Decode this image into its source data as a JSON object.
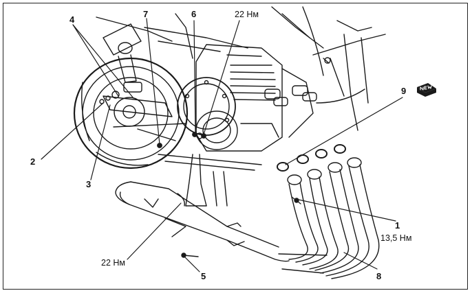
{
  "callouts": {
    "c1": "1",
    "c2": "2",
    "c3": "3",
    "c4": "4",
    "c5": "5",
    "c6": "6",
    "c7": "7",
    "c8": "8",
    "c9": "9"
  },
  "torques": {
    "top": "22 Нм",
    "bottom_left": "22 Нм",
    "bolt_1": "13,5 Нм"
  },
  "icons": [
    "new-part-icon"
  ],
  "colors": {
    "line": "#1a1a1a",
    "paper": "#ffffff"
  }
}
